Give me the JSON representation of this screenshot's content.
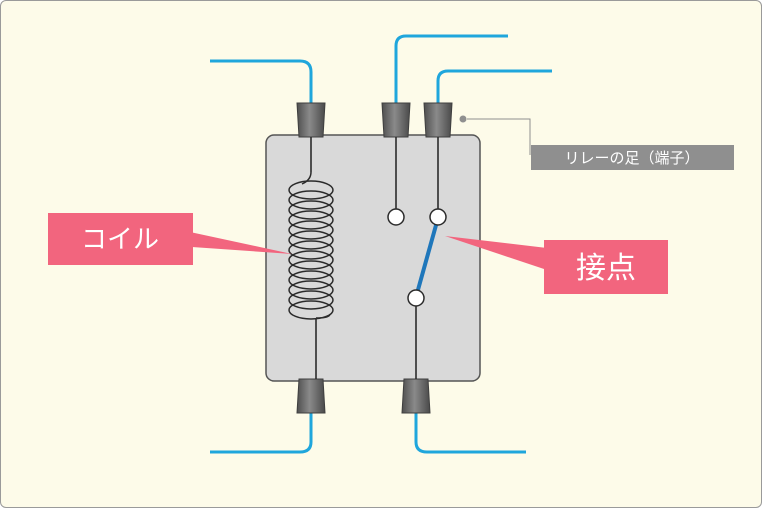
{
  "labels": {
    "terminal": "リレーの足（端子）",
    "coil": "コイル",
    "contact": "接点"
  },
  "colors": {
    "wire": "#1fa6dc",
    "switch_blade": "#1f77bb",
    "relay_body": "#d9d9d9",
    "terminal_cap": "#6d6d6d",
    "callout_pink": "#f2657e",
    "terminal_label_bg": "#8f8f8f",
    "background": "#fdfbe9"
  }
}
